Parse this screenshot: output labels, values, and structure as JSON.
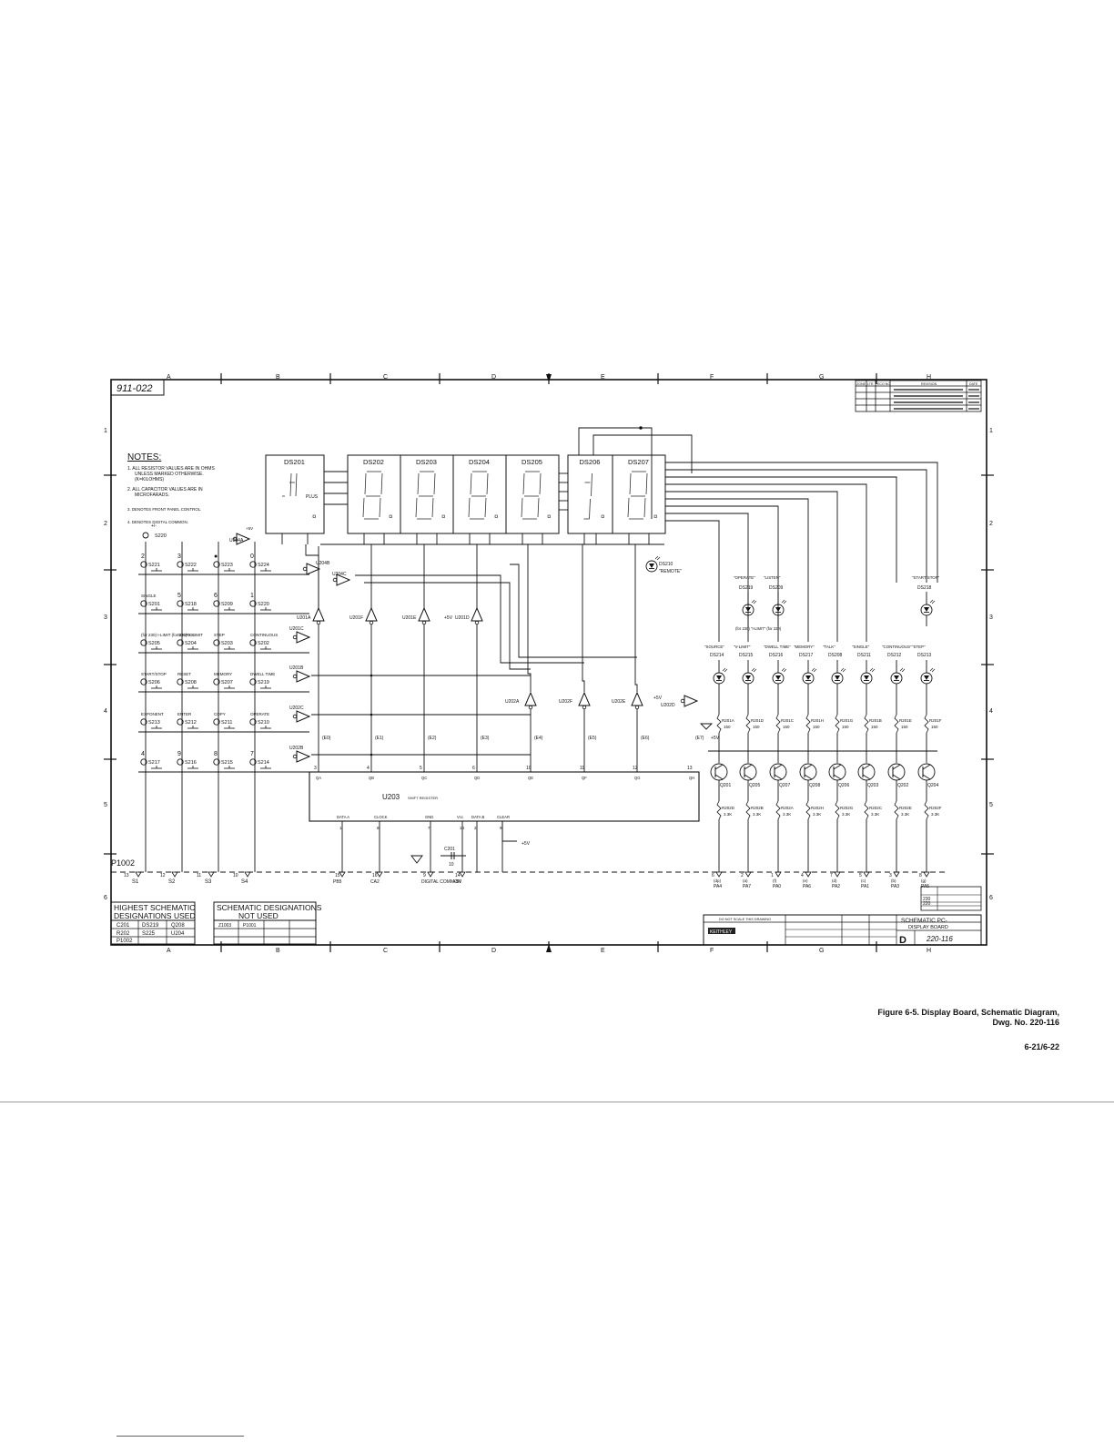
{
  "drawing_label": "911-022",
  "zones_columns": [
    "A",
    "B",
    "C",
    "D",
    "E",
    "F",
    "G",
    "H"
  ],
  "zones_rows": [
    "1",
    "2",
    "3",
    "4",
    "5",
    "6"
  ],
  "notes": {
    "title": "NOTES:",
    "items": [
      "1. ALL RESISTOR VALUES ARE IN OHMS",
      "UNLESS MARKED OTHERWISE.",
      "(K=KILOHMS)",
      "2. ALL CAPACITOR VALUES ARE IN",
      "MICROFARADS.",
      "3. DENOTES FRONT PANEL CONTROL.",
      "4. DENOTES DIGITAL COMMON."
    ]
  },
  "displays": [
    "DS201",
    "DS202",
    "DS203",
    "DS204",
    "DS205",
    "DS206",
    "DS207"
  ],
  "display_extras": {
    "plus": "PLUS",
    "plus_minus": "+/-",
    "led_ds210": "DS210",
    "remote": "\"REMOTE\""
  },
  "keypad": {
    "plus_minus": "+/-",
    "s220": "S220",
    "rows": [
      {
        "labels": [
          "2",
          "3",
          "●",
          "0"
        ],
        "switches": [
          "S221",
          "S222",
          "S223",
          "S224"
        ]
      },
      {
        "labels": [
          "SINGLE",
          "5",
          "6",
          "1"
        ],
        "switches": [
          "S201",
          "S218",
          "S209",
          "S220"
        ]
      },
      {
        "labels": [
          "(for 230) I-LIMIT (for 220) X-LIMIT",
          "SOURCE",
          "STEP",
          "CONTINUOUS"
        ],
        "switches": [
          "S205",
          "S204",
          "S203",
          "S202"
        ]
      },
      {
        "labels": [
          "START/STOP",
          "RESET",
          "MEMORY",
          "DWELL TIME"
        ],
        "switches": [
          "S206",
          "S208",
          "S207",
          "S219"
        ]
      },
      {
        "labels": [
          "EXPONENT",
          "ENTER",
          "COPY",
          "OPERATE"
        ],
        "switches": [
          "S213",
          "S212",
          "S211",
          "S210"
        ]
      },
      {
        "labels": [
          "4",
          "9",
          "8",
          "7"
        ],
        "switches": [
          "S217",
          "S216",
          "S215",
          "S214"
        ]
      }
    ]
  },
  "gates": {
    "u204a": "U204A",
    "u204b": "U204B",
    "u204c": "U204C",
    "plus5": "+5V",
    "u201": [
      "U201A",
      "U201F",
      "U201E",
      "U201D"
    ],
    "u202": [
      "U202A",
      "U202F",
      "U202E",
      "U202D"
    ],
    "u201c": "U201C",
    "u201b": "U201B",
    "u202c": "U202C",
    "u202b": "U202B"
  },
  "shift_register": {
    "name": "U203",
    "desc": "SHIFT REGISTER",
    "outputs": [
      "QA",
      "QB",
      "QC",
      "QD",
      "QE",
      "QF",
      "QG",
      "QH"
    ],
    "inputs": [
      "(E0)",
      "(E1)",
      "(E2)",
      "(E3)",
      "(E4)",
      "(E5)",
      "(E6)",
      "(E7)"
    ],
    "pins_top": [
      "3",
      "4",
      "5",
      "6",
      "10",
      "11",
      "12",
      "13"
    ],
    "bottom": [
      {
        "label": "DATA A",
        "pin": "1"
      },
      {
        "label": "CLOCK",
        "pin": "8"
      },
      {
        "label": "GND",
        "pin": "7"
      },
      {
        "label": "Vcc",
        "pin": "14"
      },
      {
        "label": "DATA B",
        "pin": "2"
      },
      {
        "label": "CLEAR",
        "pin": "9"
      }
    ],
    "c201": "C201",
    "c201_value": "10",
    "plus5": "+5V"
  },
  "indicators": {
    "top": [
      {
        "label": "\"OPERATE\"",
        "ds": "DS219"
      },
      {
        "label": "\"LISTEN\"",
        "ds": "DS209"
      },
      {
        "label": "\"START/STOP\"",
        "ds": "DS218"
      }
    ],
    "row": [
      {
        "label": "\"SOURCE\"",
        "ds": "DS214"
      },
      {
        "label": "\"V-LIMIT\"",
        "ds": "DS215",
        "note": "(for 230) \"I-LIMIT\" (for 220)"
      },
      {
        "label": "\"DWELL TIME\"",
        "ds": "DS216"
      },
      {
        "label": "\"MEMORY\"",
        "ds": "DS217"
      },
      {
        "label": "\"TALK\"",
        "ds": "DS208"
      },
      {
        "label": "\"SINGLE\"",
        "ds": "DS211"
      },
      {
        "label": "\"CONTINUOUS\"",
        "ds": "DS212"
      },
      {
        "label": "\"STEP\"",
        "ds": "DS213"
      }
    ]
  },
  "resistors_top": [
    {
      "ref": "R201A",
      "val": "150"
    },
    {
      "ref": "R201D",
      "val": "150"
    },
    {
      "ref": "R201C",
      "val": "150"
    },
    {
      "ref": "R201H",
      "val": "150"
    },
    {
      "ref": "R201G",
      "val": "150"
    },
    {
      "ref": "R201B",
      "val": "150"
    },
    {
      "ref": "R201E",
      "val": "150"
    },
    {
      "ref": "R201F",
      "val": "150"
    }
  ],
  "transistors": [
    "Q201",
    "Q205",
    "Q207",
    "Q208",
    "Q206",
    "Q203",
    "Q202",
    "Q204"
  ],
  "resistors_bottom": [
    {
      "ref": "R202D",
      "val": "3.3K"
    },
    {
      "ref": "R202B",
      "val": "3.3K"
    },
    {
      "ref": "R202A",
      "val": "3.3K"
    },
    {
      "ref": "R202H",
      "val": "3.3K"
    },
    {
      "ref": "R202G",
      "val": "3.3K"
    },
    {
      "ref": "R202C",
      "val": "3.3K"
    },
    {
      "ref": "R202E",
      "val": "3.3K"
    },
    {
      "ref": "R202F",
      "val": "3.3K"
    }
  ],
  "u202d": {
    "name": "U202D",
    "plus5": "+5V"
  },
  "connector": {
    "name": "P1002",
    "left": [
      {
        "pin": "13",
        "sig": "S1"
      },
      {
        "pin": "12",
        "sig": "S2"
      },
      {
        "pin": "11",
        "sig": "S3"
      },
      {
        "pin": "10",
        "sig": "S4"
      }
    ],
    "mid": [
      {
        "pin": "15",
        "sig": "PB5"
      },
      {
        "pin": "16",
        "sig": "CA2"
      },
      {
        "pin": "9",
        "sig": "DIGITAL COMMON"
      },
      {
        "pin": "14",
        "sig": "+5V"
      }
    ],
    "right": [
      {
        "pin": "6",
        "seg": "(dp)",
        "sig": "PA4"
      },
      {
        "pin": "2",
        "seg": "(a)",
        "sig": "PA7"
      },
      {
        "pin": "1",
        "seg": "(f)",
        "sig": "PA0"
      },
      {
        "pin": "4",
        "seg": "(e)",
        "sig": "PA6"
      },
      {
        "pin": "7",
        "seg": "(d)",
        "sig": "PA2"
      },
      {
        "pin": "5",
        "seg": "(c)",
        "sig": "PA1"
      },
      {
        "pin": "3",
        "seg": "(b)",
        "sig": "PA3"
      },
      {
        "pin": "8",
        "seg": "(g)",
        "sig": "PA5"
      }
    ]
  },
  "highest_table": {
    "title1": "HIGHEST SCHEMATIC",
    "title2": "DESIGNATIONS USED",
    "rows": [
      [
        "C201",
        "DS219",
        "Q208"
      ],
      [
        "R202",
        "S225",
        "U204"
      ],
      [
        "P1002",
        "",
        ""
      ]
    ]
  },
  "not_used_table": {
    "title1": "SCHEMATIC DESIGNATIONS",
    "title2": "NOT USED",
    "rows": [
      [
        "Z1003",
        "P1001"
      ]
    ]
  },
  "title_block": {
    "do_not_scale": "DO NOT SCALE THIS DRAWING",
    "company": "KEITHLEY",
    "title": "SCHEMATIC PC-",
    "subtitle": "DISPLAY BOARD",
    "size": "D",
    "dwg_no": "220-116",
    "model_rows": [
      "230",
      "220"
    ]
  },
  "revision_header": [
    "ZONE",
    "LTR",
    "ECO NO",
    "REVISION",
    "DATE"
  ],
  "caption": {
    "line1": "Figure 6-5. Display Board, Schematic Diagram,",
    "line2": "Dwg. No. 220-116"
  },
  "page_number": "6-21/6-22"
}
